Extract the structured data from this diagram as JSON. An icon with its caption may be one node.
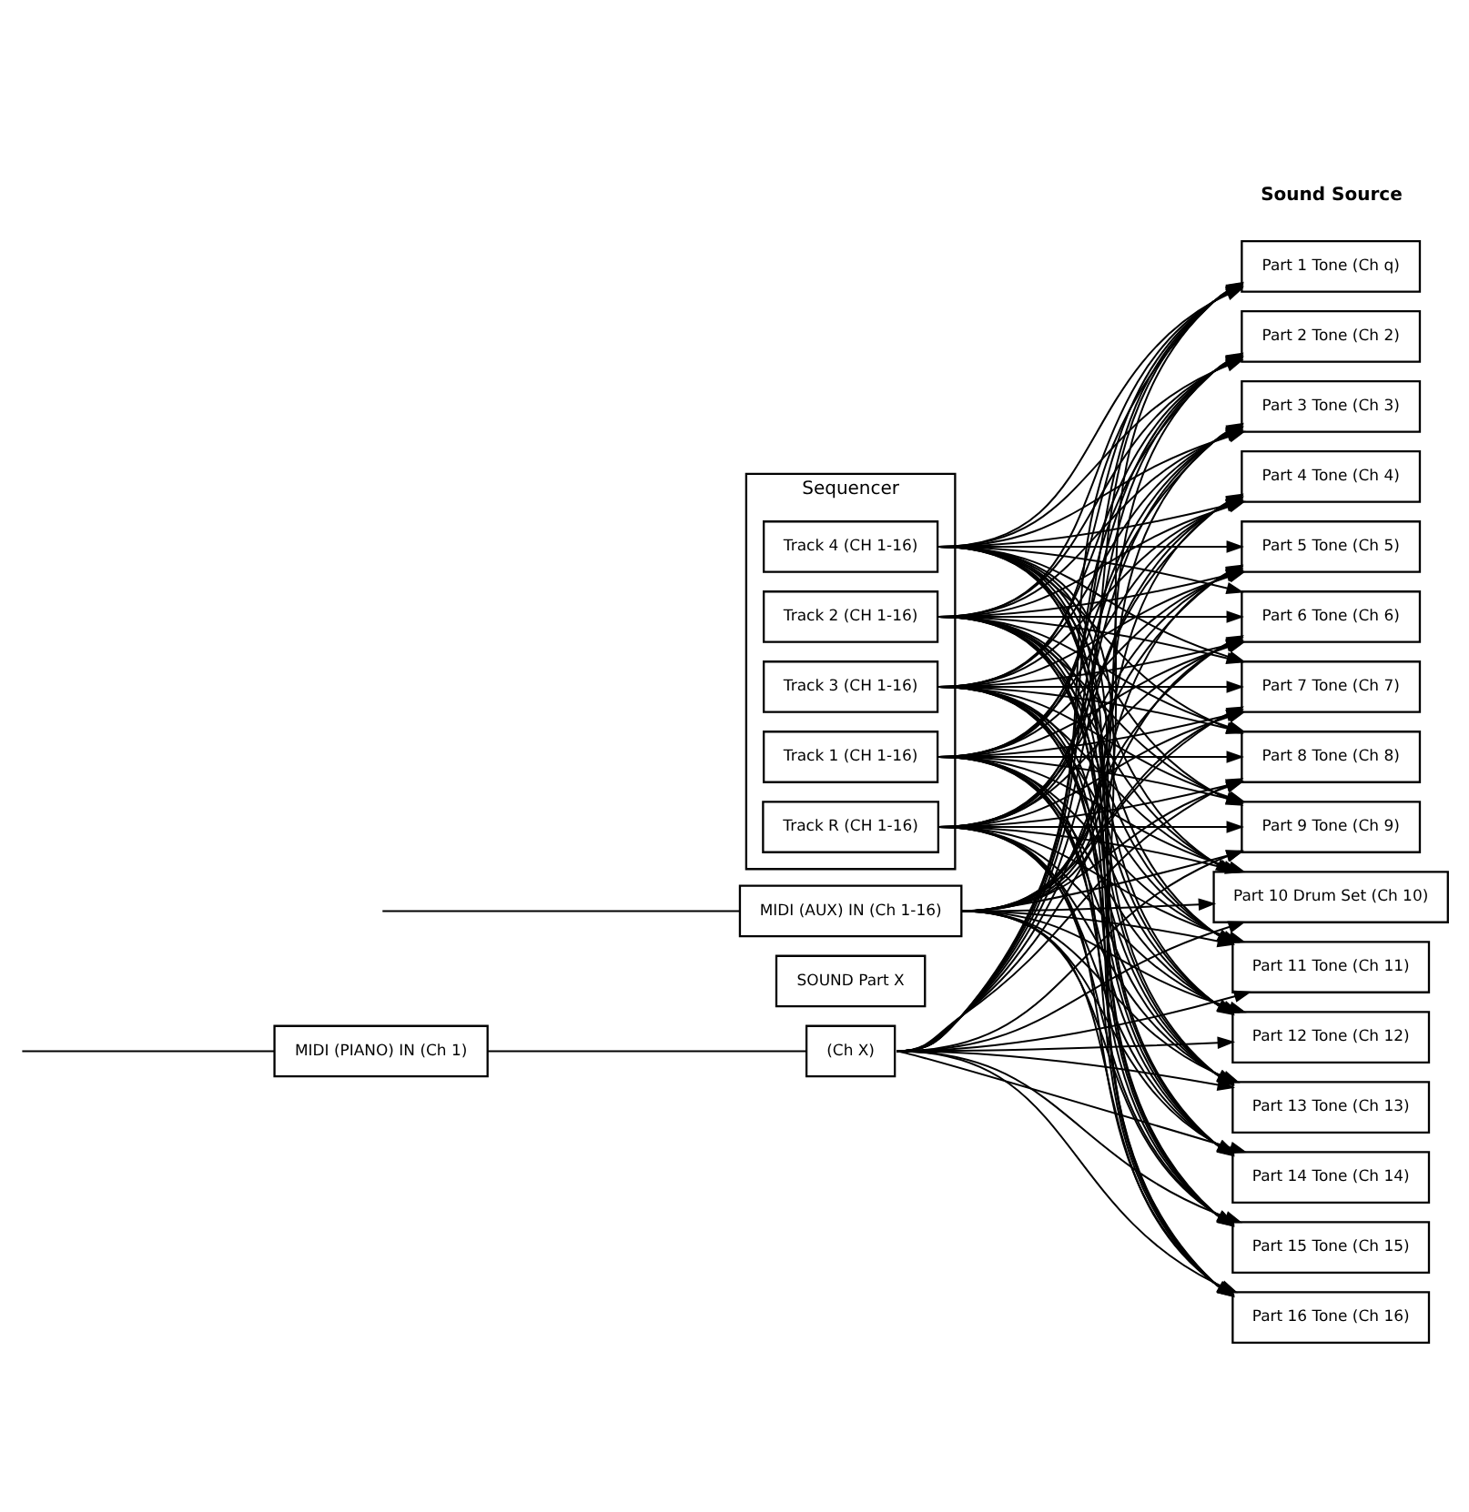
{
  "diagram": {
    "nodes": [
      {
        "text": [
          "MIDI (PIANO) IN (Ch 1)"
        ]
      },
      {
        "text": [
          "SOUND Part X"
        ]
      },
      {
        "text": [
          "(Ch X)"
        ]
      },
      {
        "text": [
          "Sequencer"
        ]
      },
      {
        "text": [
          "Track 1 (CH 1-16)"
        ],
        "in": 3
      },
      {
        "text": [
          "Track 2 (CH 1-16)"
        ],
        "in": 3
      },
      {
        "text": [
          "Track 3 (CH 1-16)"
        ],
        "in": 3
      },
      {
        "text": [
          "Track 4 (CH 1-16)"
        ],
        "in": 3
      },
      {
        "text": [
          "Track R (CH 1-16)"
        ],
        "in": 3
      },
      {
        "text": [
          "MIDI (AUX) IN (Ch 1-16)"
        ]
      },
      {
        "text": [
          "Part 1 Tone (Ch q)"
        ]
      },
      {
        "text": [
          "Part 2 Tone (Ch 2)"
        ]
      },
      {
        "text": [
          "Part 3 Tone (Ch 3)"
        ]
      },
      {
        "text": [
          "Part 4 Tone (Ch 4)"
        ]
      },
      {
        "text": [
          "Part 5 Tone (Ch 5)"
        ]
      },
      {
        "text": [
          "Part 6 Tone (Ch 6)"
        ]
      },
      {
        "text": [
          "Part 7 Tone (Ch 7)"
        ]
      },
      {
        "text": [
          "Part 8 Tone (Ch 8)"
        ]
      },
      {
        "text": [
          "Part 9 Tone (Ch 9)"
        ]
      },
      {
        "text": [
          "Part 10 Drum Set (Ch 10)"
        ]
      },
      {
        "text": [
          "Part 11 Tone (Ch 11)"
        ]
      },
      {
        "text": [
          "Part 12 Tone (Ch 12)"
        ]
      },
      {
        "text": [
          "Part 13 Tone (Ch 13)"
        ]
      },
      {
        "text": [
          "Part 14 Tone (Ch 14)"
        ]
      },
      {
        "text": [
          "Part 15 Tone (Ch 15)"
        ]
      },
      {
        "text": [
          "Part 16 Tone (Ch 16)"
        ]
      }
    ],
    "edges": [
      {
        "from": null,
        "to": 0,
        "arrow": "none"
      },
      {
        "from": 0,
        "to": 2,
        "arrow": "none"
      },
      {
        "from": null,
        "to": 9,
        "arrow": "none"
      },
      {
        "from": 2,
        "to": 10,
        "arrow": "to"
      },
      {
        "from": 2,
        "to": 11,
        "arrow": "to"
      },
      {
        "from": 2,
        "to": 12,
        "arrow": "to"
      },
      {
        "from": 2,
        "to": 13,
        "arrow": "to"
      },
      {
        "from": 2,
        "to": 14,
        "arrow": "to"
      },
      {
        "from": 2,
        "to": 15,
        "arrow": "to"
      },
      {
        "from": 2,
        "to": 16,
        "arrow": "to"
      },
      {
        "from": 2,
        "to": 17,
        "arrow": "to"
      },
      {
        "from": 2,
        "to": 18,
        "arrow": "to"
      },
      {
        "from": 2,
        "to": 19,
        "arrow": "to"
      },
      {
        "from": 2,
        "to": 20,
        "arrow": "to"
      },
      {
        "from": 2,
        "to": 21,
        "arrow": "to"
      },
      {
        "from": 2,
        "to": 22,
        "arrow": "to"
      },
      {
        "from": 2,
        "to": 23,
        "arrow": "to"
      },
      {
        "from": 2,
        "to": 24,
        "arrow": "to"
      },
      {
        "from": 2,
        "to": 25,
        "arrow": "to"
      },
      {
        "from": 4,
        "to": 10,
        "arrow": "to"
      },
      {
        "from": 4,
        "to": 11,
        "arrow": "to"
      },
      {
        "from": 4,
        "to": 12,
        "arrow": "to"
      },
      {
        "from": 4,
        "to": 13,
        "arrow": "to"
      },
      {
        "from": 4,
        "to": 14,
        "arrow": "to"
      },
      {
        "from": 4,
        "to": 15,
        "arrow": "to"
      },
      {
        "from": 4,
        "to": 16,
        "arrow": "to"
      },
      {
        "from": 4,
        "to": 17,
        "arrow": "to"
      },
      {
        "from": 4,
        "to": 18,
        "arrow": "to"
      },
      {
        "from": 4,
        "to": 19,
        "arrow": "to"
      },
      {
        "from": 4,
        "to": 20,
        "arrow": "to"
      },
      {
        "from": 4,
        "to": 21,
        "arrow": "to"
      },
      {
        "from": 4,
        "to": 22,
        "arrow": "to"
      },
      {
        "from": 4,
        "to": 23,
        "arrow": "to"
      },
      {
        "from": 4,
        "to": 24,
        "arrow": "to"
      },
      {
        "from": 4,
        "to": 25,
        "arrow": "to"
      },
      {
        "from": 5,
        "to": 10,
        "arrow": "to"
      },
      {
        "from": 5,
        "to": 11,
        "arrow": "to"
      },
      {
        "from": 5,
        "to": 12,
        "arrow": "to"
      },
      {
        "from": 5,
        "to": 13,
        "arrow": "to"
      },
      {
        "from": 5,
        "to": 14,
        "arrow": "to"
      },
      {
        "from": 5,
        "to": 15,
        "arrow": "to"
      },
      {
        "from": 5,
        "to": 16,
        "arrow": "to"
      },
      {
        "from": 5,
        "to": 17,
        "arrow": "to"
      },
      {
        "from": 5,
        "to": 18,
        "arrow": "to"
      },
      {
        "from": 5,
        "to": 19,
        "arrow": "to"
      },
      {
        "from": 5,
        "to": 20,
        "arrow": "to"
      },
      {
        "from": 5,
        "to": 21,
        "arrow": "to"
      },
      {
        "from": 5,
        "to": 22,
        "arrow": "to"
      },
      {
        "from": 5,
        "to": 23,
        "arrow": "to"
      },
      {
        "from": 5,
        "to": 24,
        "arrow": "to"
      },
      {
        "from": 5,
        "to": 25,
        "arrow": "to"
      },
      {
        "from": 6,
        "to": 10,
        "arrow": "to"
      },
      {
        "from": 6,
        "to": 11,
        "arrow": "to"
      },
      {
        "from": 6,
        "to": 12,
        "arrow": "to"
      },
      {
        "from": 6,
        "to": 13,
        "arrow": "to"
      },
      {
        "from": 6,
        "to": 14,
        "arrow": "to"
      },
      {
        "from": 6,
        "to": 15,
        "arrow": "to"
      },
      {
        "from": 6,
        "to": 16,
        "arrow": "to"
      },
      {
        "from": 6,
        "to": 17,
        "arrow": "to"
      },
      {
        "from": 6,
        "to": 18,
        "arrow": "to"
      },
      {
        "from": 6,
        "to": 19,
        "arrow": "to"
      },
      {
        "from": 6,
        "to": 20,
        "arrow": "to"
      },
      {
        "from": 6,
        "to": 21,
        "arrow": "to"
      },
      {
        "from": 6,
        "to": 22,
        "arrow": "to"
      },
      {
        "from": 6,
        "to": 23,
        "arrow": "to"
      },
      {
        "from": 6,
        "to": 24,
        "arrow": "to"
      },
      {
        "from": 6,
        "to": 25,
        "arrow": "to"
      },
      {
        "from": 7,
        "to": 10,
        "arrow": "to"
      },
      {
        "from": 7,
        "to": 11,
        "arrow": "to"
      },
      {
        "from": 7,
        "to": 12,
        "arrow": "to"
      },
      {
        "from": 7,
        "to": 13,
        "arrow": "to"
      },
      {
        "from": 7,
        "to": 14,
        "arrow": "to"
      },
      {
        "from": 7,
        "to": 15,
        "arrow": "to"
      },
      {
        "from": 7,
        "to": 16,
        "arrow": "to"
      },
      {
        "from": 7,
        "to": 17,
        "arrow": "to"
      },
      {
        "from": 7,
        "to": 18,
        "arrow": "to"
      },
      {
        "from": 7,
        "to": 19,
        "arrow": "to"
      },
      {
        "from": 7,
        "to": 20,
        "arrow": "to"
      },
      {
        "from": 7,
        "to": 21,
        "arrow": "to"
      },
      {
        "from": 7,
        "to": 22,
        "arrow": "to"
      },
      {
        "from": 7,
        "to": 23,
        "arrow": "to"
      },
      {
        "from": 7,
        "to": 24,
        "arrow": "to"
      },
      {
        "from": 7,
        "to": 25,
        "arrow": "to"
      },
      {
        "from": 8,
        "to": 10,
        "arrow": "to"
      },
      {
        "from": 8,
        "to": 11,
        "arrow": "to"
      },
      {
        "from": 8,
        "to": 12,
        "arrow": "to"
      },
      {
        "from": 8,
        "to": 13,
        "arrow": "to"
      },
      {
        "from": 8,
        "to": 14,
        "arrow": "to"
      },
      {
        "from": 8,
        "to": 15,
        "arrow": "to"
      },
      {
        "from": 8,
        "to": 16,
        "arrow": "to"
      },
      {
        "from": 8,
        "to": 17,
        "arrow": "to"
      },
      {
        "from": 8,
        "to": 18,
        "arrow": "to"
      },
      {
        "from": 8,
        "to": 19,
        "arrow": "to"
      },
      {
        "from": 8,
        "to": 20,
        "arrow": "to"
      },
      {
        "from": 8,
        "to": 21,
        "arrow": "to"
      },
      {
        "from": 8,
        "to": 22,
        "arrow": "to"
      },
      {
        "from": 8,
        "to": 23,
        "arrow": "to"
      },
      {
        "from": 8,
        "to": 24,
        "arrow": "to"
      },
      {
        "from": 8,
        "to": 25,
        "arrow": "to"
      },
      {
        "from": 9,
        "to": 10,
        "arrow": "to"
      },
      {
        "from": 9,
        "to": 11,
        "arrow": "to"
      },
      {
        "from": 9,
        "to": 12,
        "arrow": "to"
      },
      {
        "from": 9,
        "to": 13,
        "arrow": "to"
      },
      {
        "from": 9,
        "to": 14,
        "arrow": "to"
      },
      {
        "from": 9,
        "to": 15,
        "arrow": "to"
      },
      {
        "from": 9,
        "to": 16,
        "arrow": "to"
      },
      {
        "from": 9,
        "to": 17,
        "arrow": "to"
      },
      {
        "from": 9,
        "to": 18,
        "arrow": "to"
      },
      {
        "from": 9,
        "to": 19,
        "arrow": "to"
      },
      {
        "from": 9,
        "to": 20,
        "arrow": "to"
      },
      {
        "from": 9,
        "to": 21,
        "arrow": "to"
      },
      {
        "from": 9,
        "to": 22,
        "arrow": "to"
      },
      {
        "from": 9,
        "to": 23,
        "arrow": "to"
      },
      {
        "from": 9,
        "to": 24,
        "arrow": "to"
      },
      {
        "from": 9,
        "to": 25,
        "arrow": "to"
      }
    ],
    "labels": [
      "Sound Source"
    ]
  }
}
